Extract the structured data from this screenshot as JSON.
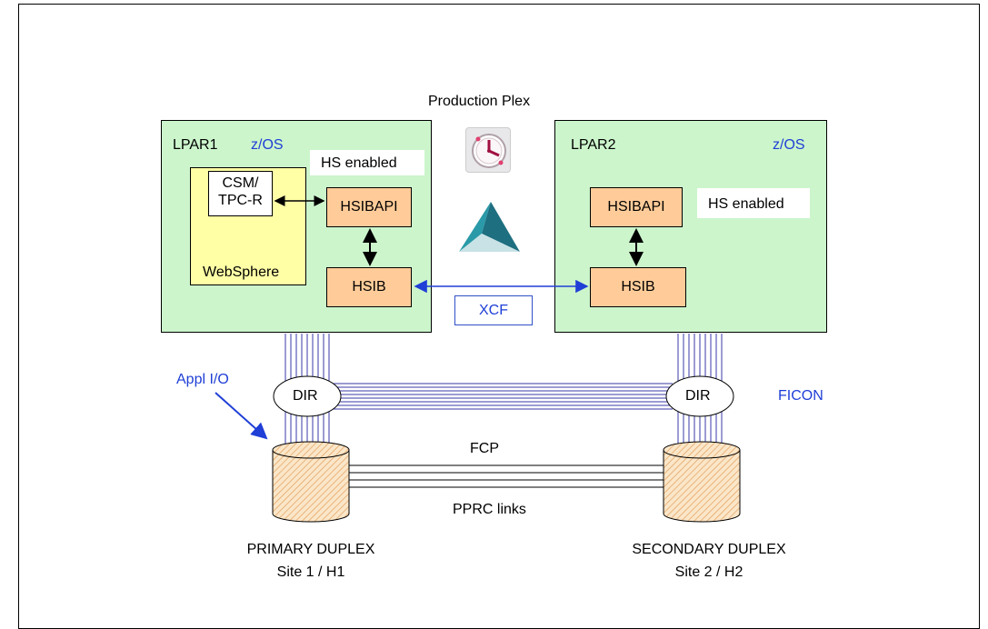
{
  "title": "Production Plex",
  "lpar1": {
    "name": "LPAR1",
    "os": "z/OS",
    "hs_label": "HS enabled",
    "csm_line1": "CSM/",
    "csm_line2": "TPC-R",
    "websphere": "WebSphere",
    "hsibapi": "HSIBAPI",
    "hsib": "HSIB"
  },
  "lpar2": {
    "name": "LPAR2",
    "os": "z/OS",
    "hs_label": "HS enabled",
    "hsibapi": "HSIBAPI",
    "hsib": "HSIB"
  },
  "xcf": "XCF",
  "dir_left": "DIR",
  "dir_right": "DIR",
  "ficon": "FICON",
  "appl_io": "Appl I/O",
  "fcp": "FCP",
  "pprc": "PPRC links",
  "primary": {
    "line1": "PRIMARY DUPLEX",
    "line2": "Site 1 / H1"
  },
  "secondary": {
    "line1": "SECONDARY DUPLEX",
    "line2": "Site 2 / H2"
  },
  "colors": {
    "lpar_fill": "#ccf5cc",
    "websphere_fill": "#ffffa6",
    "hsib_fill": "#ffcc99",
    "link_blue": "#1f3fd6",
    "channel_blue": "#3a3aa8"
  },
  "icons": [
    "clock-icon",
    "pyramid-icon",
    "disk-icon"
  ]
}
